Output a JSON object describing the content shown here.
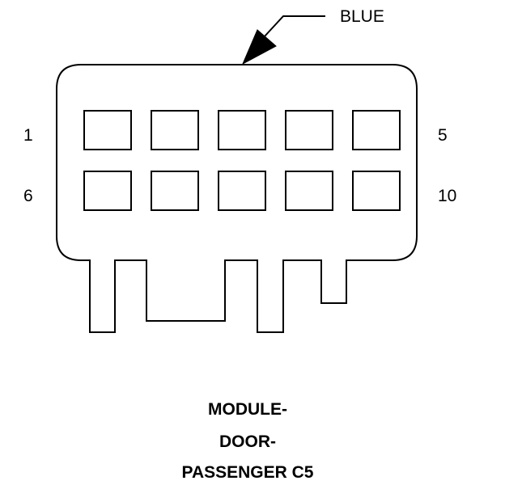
{
  "connector": {
    "color_label": "BLUE",
    "pin_labels": {
      "top_left": "1",
      "top_right": "5",
      "bottom_left": "6",
      "bottom_right": "10"
    }
  },
  "caption": {
    "line1": "MODULE-",
    "line2": "DOOR-",
    "line3": "PASSENGER C5"
  },
  "colors": {
    "stroke": "#000000",
    "background": "#ffffff"
  }
}
